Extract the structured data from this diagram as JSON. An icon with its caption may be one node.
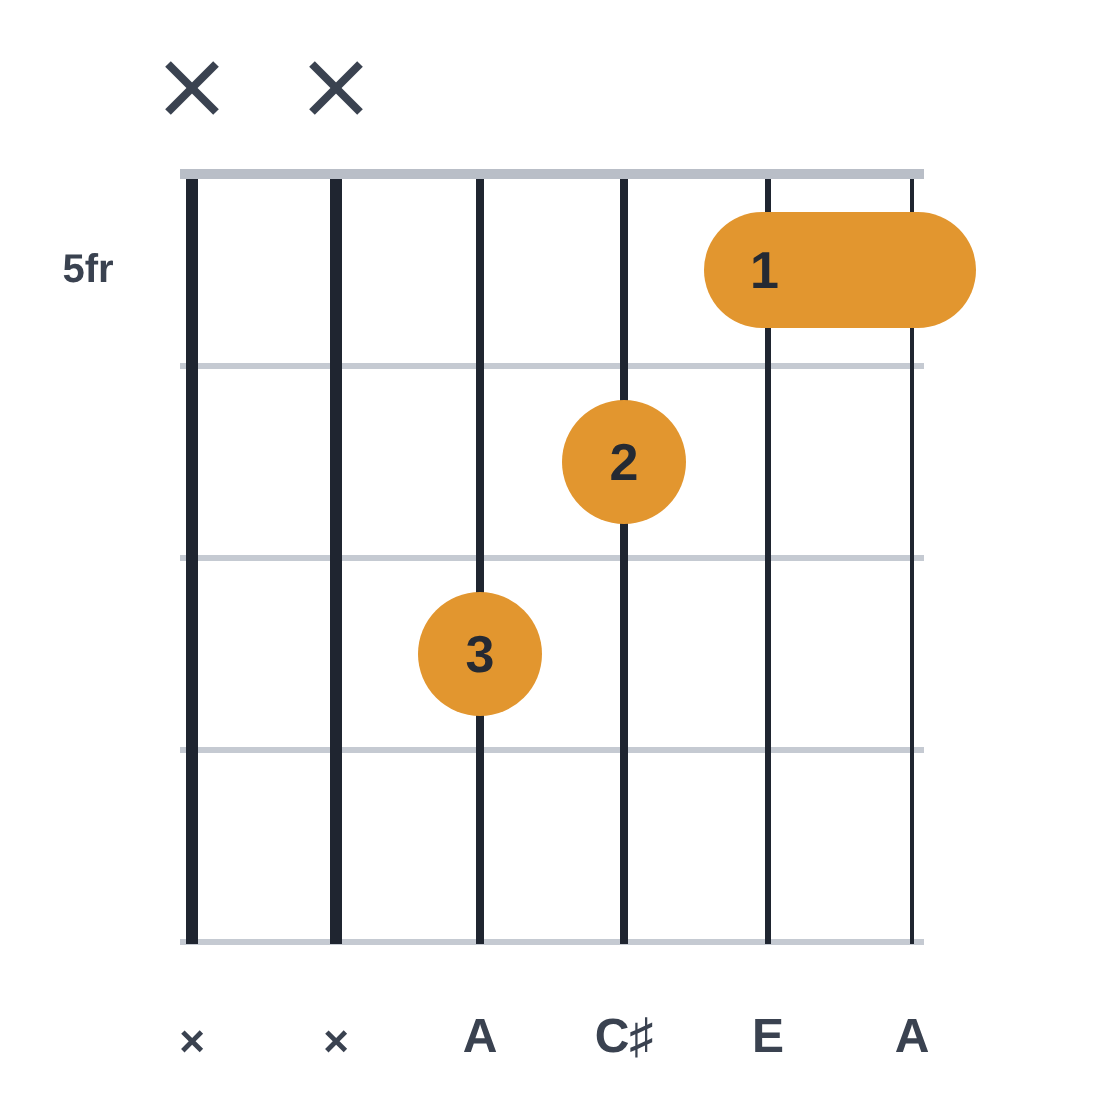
{
  "diagram": {
    "nodes": [
      {
        "text": [
          "1"
        ]
      },
      {
        "text": [
          "2"
        ]
      },
      {
        "text": [
          "3"
        ]
      }
    ],
    "labels": [
      "5fr",
      "×",
      "×",
      "A",
      "C♯",
      "E",
      "A"
    ]
  }
}
